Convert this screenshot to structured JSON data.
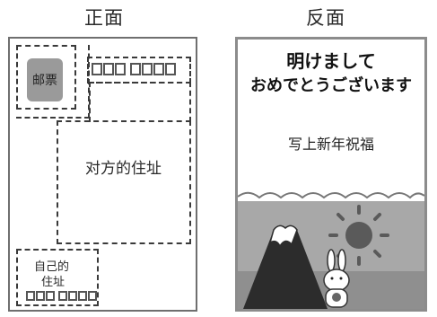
{
  "front": {
    "heading": "正面",
    "stamp_label": "邮票",
    "recipient_label": "对方的住址",
    "sender_label_line1": "自己的",
    "sender_label_line2": "住址"
  },
  "back": {
    "heading": "反面",
    "greeting_japanese_line1": "明けまして",
    "greeting_japanese_line2": "おめでとうございます",
    "greeting_chinese": "写上新年祝福"
  }
}
